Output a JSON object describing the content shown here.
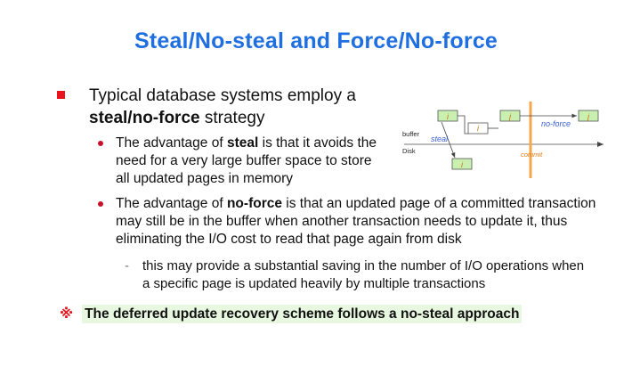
{
  "title": "Steal/No-steal and Force/No-force",
  "bullet1": {
    "pre": "Typical database systems employ a ",
    "bold": "steal/no-force",
    "post": " strategy"
  },
  "bullet2": {
    "pre": "The advantage of ",
    "bold": "steal",
    "post": " is that it avoids the need for a very large buffer space to store all updated pages in memory"
  },
  "bullet3": {
    "pre": "The advantage of ",
    "bold": "no-force",
    "post": " is that an updated page of a committed transaction may still be in the buffer when another transaction needs to update it, thus eliminating the I/O cost to read that page again from disk"
  },
  "sub1": "this may provide a substantial saving in the number of I/O operations when a specific page is updated heavily by multiple transactions",
  "note": {
    "symbol": "※",
    "text": "The deferred update recovery scheme follows a no-steal approach"
  },
  "diagram": {
    "buffer_label": "buffer",
    "disk_label": "Disk",
    "steal_label": "steal",
    "noforce_label": "no-force",
    "commit_label": "commit",
    "page_i": "i",
    "page_j": "j",
    "colors": {
      "page_fill": "#c9f0b0",
      "commit_line": "#f5a54a",
      "annotation": "#3b5fd0",
      "commit_text": "#e07a10"
    }
  }
}
